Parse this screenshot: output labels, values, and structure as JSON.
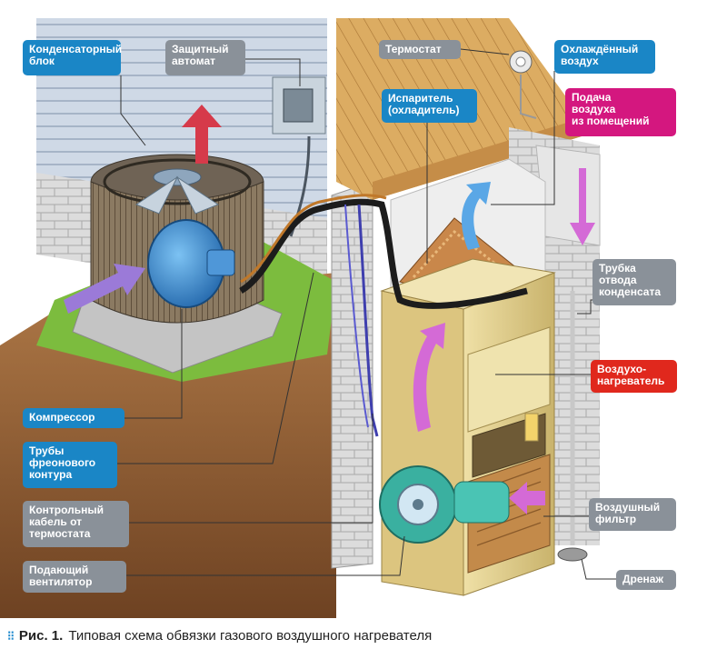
{
  "labels": {
    "condenser_unit": "Конденсаторный\nблок",
    "circuit_breaker": "Защитный\nавтомат",
    "thermostat": "Термостат",
    "cooled_air": "Охлаждённый\nвоздух",
    "evaporator": "Испаритель\n(охладитель)",
    "return_air": "Подача\nвоздуха\nиз помещений",
    "condensate_drain_tube": "Трубка\nотвода\nконденсата",
    "air_heater": "Воздухо-\nнагреватель",
    "compressor": "Компрессор",
    "freon_pipes": "Трубы\nфреонового\nконтура",
    "thermostat_cable": "Контрольный\nкабель от\nтермостата",
    "supply_fan": "Подающий\nвентилятор",
    "air_filter": "Воздушный\nфильтр",
    "drain": "Дренаж"
  },
  "caption": {
    "figure_label": "Рис. 1.",
    "text": "Типовая схема обвязки газового воздушного нагревателя"
  },
  "colors": {
    "label_blue": "#1a86c6",
    "label_gray": "#8a9199",
    "label_magenta": "#d4177f",
    "label_red": "#e0281d",
    "compressor": "#3a8fd6",
    "furnace_cabinet": "#e9d79a",
    "brick_wall": "#d9d9d9",
    "soil": "#a06a3c",
    "grass": "#7cbc3e",
    "arrow_warm": "#d63a4a",
    "arrow_cool": "#5aa7e6",
    "arrow_magenta": "#d46ad6"
  },
  "icons": {
    "caption_marker": "⁝⁝"
  }
}
